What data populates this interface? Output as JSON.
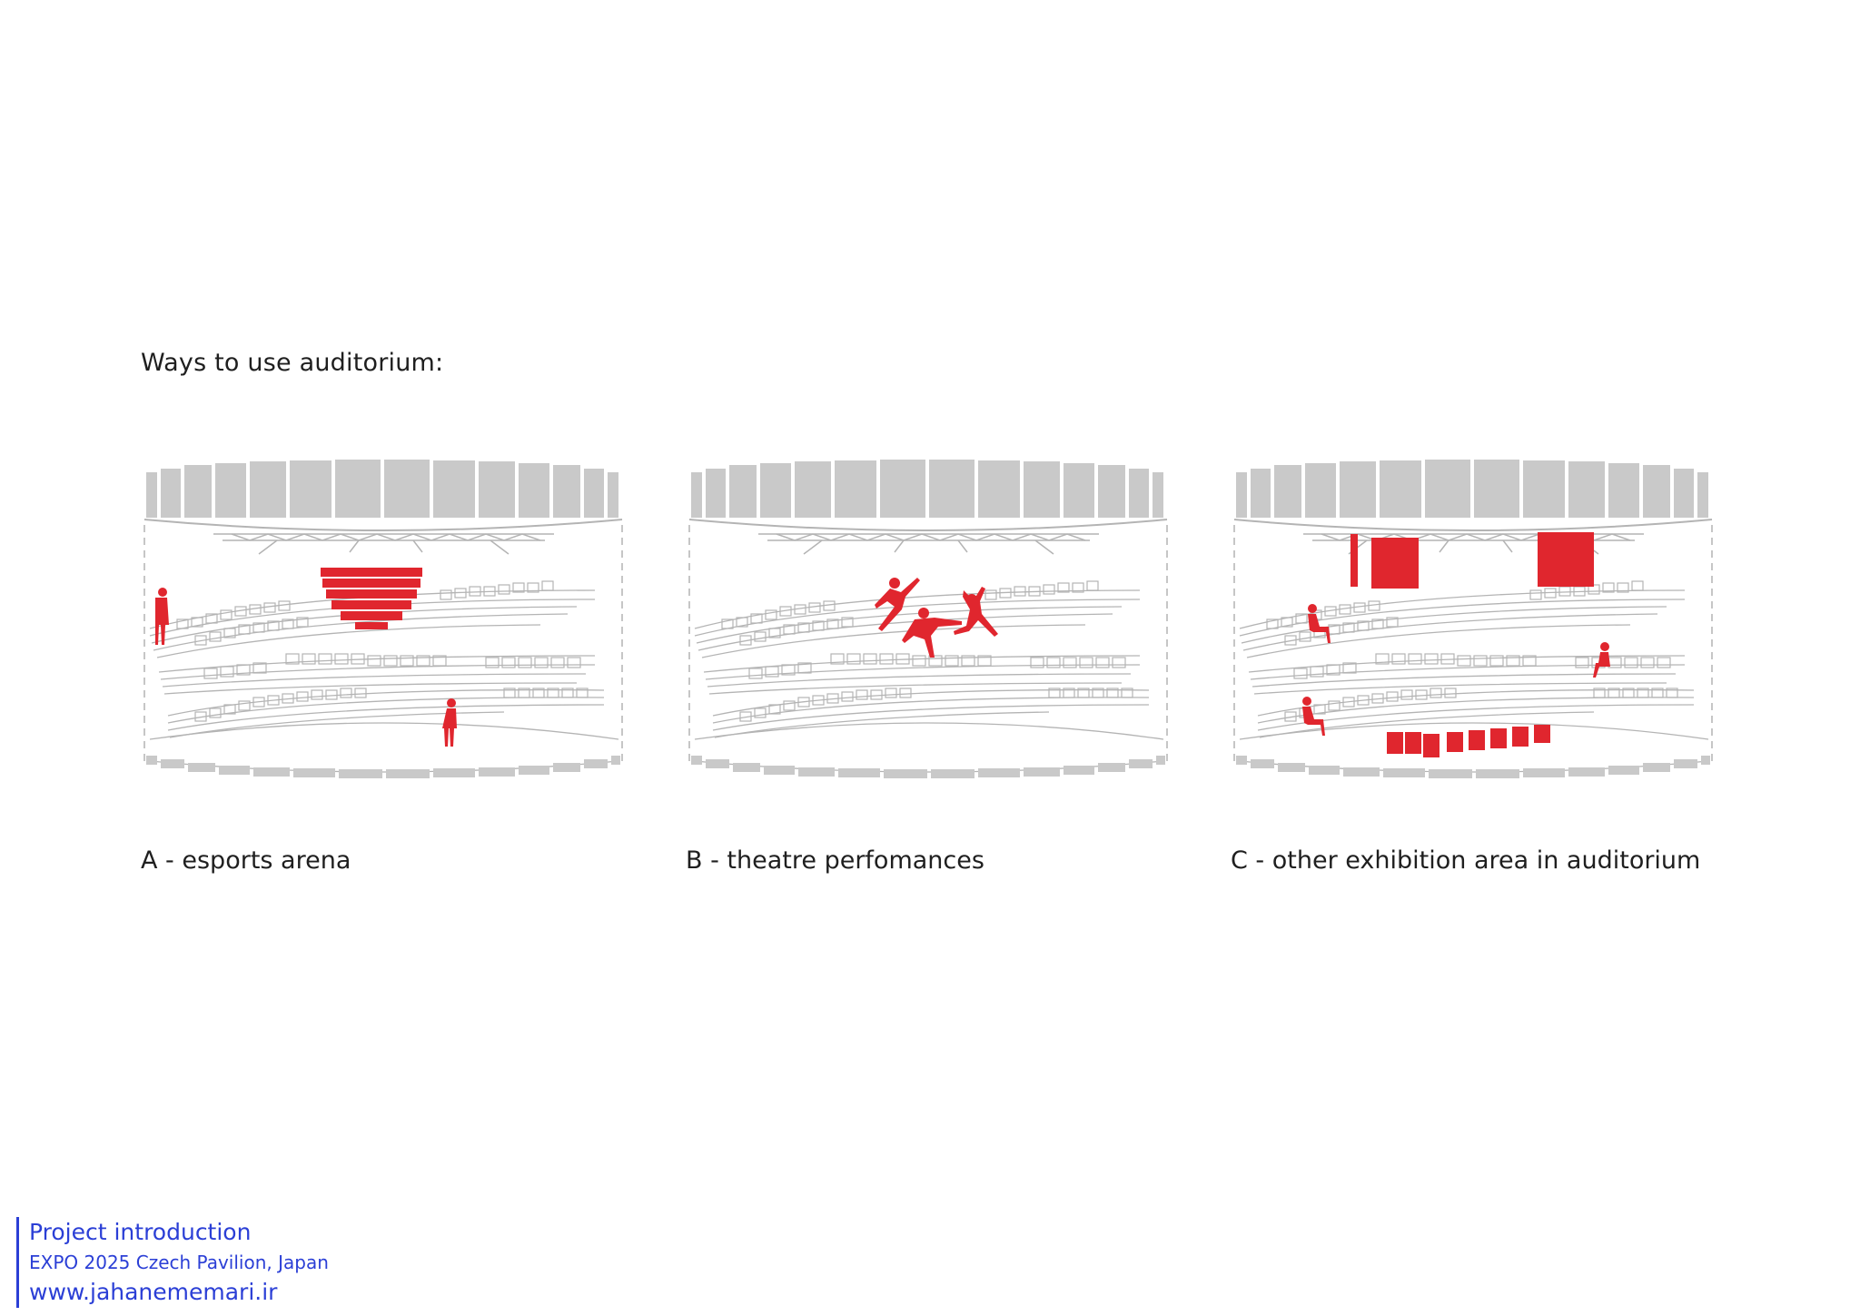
{
  "heading": "Ways to use auditorium:",
  "panels": [
    {
      "label": "A - esports arena"
    },
    {
      "label": "B - theatre perfomances"
    },
    {
      "label": "C - other exhibition area in auditorium"
    }
  ],
  "footer": {
    "title": "Project introduction",
    "subtitle": "EXPO 2025 Czech Pavilion, Japan",
    "url": "www.jahanememari.ir"
  },
  "colors": {
    "accent_red": "#e0262e",
    "structure_gray": "#c9c9c9",
    "line_gray": "#b4b4b4",
    "footer_blue": "#2b3fd6",
    "text": "#1f1f1f"
  }
}
